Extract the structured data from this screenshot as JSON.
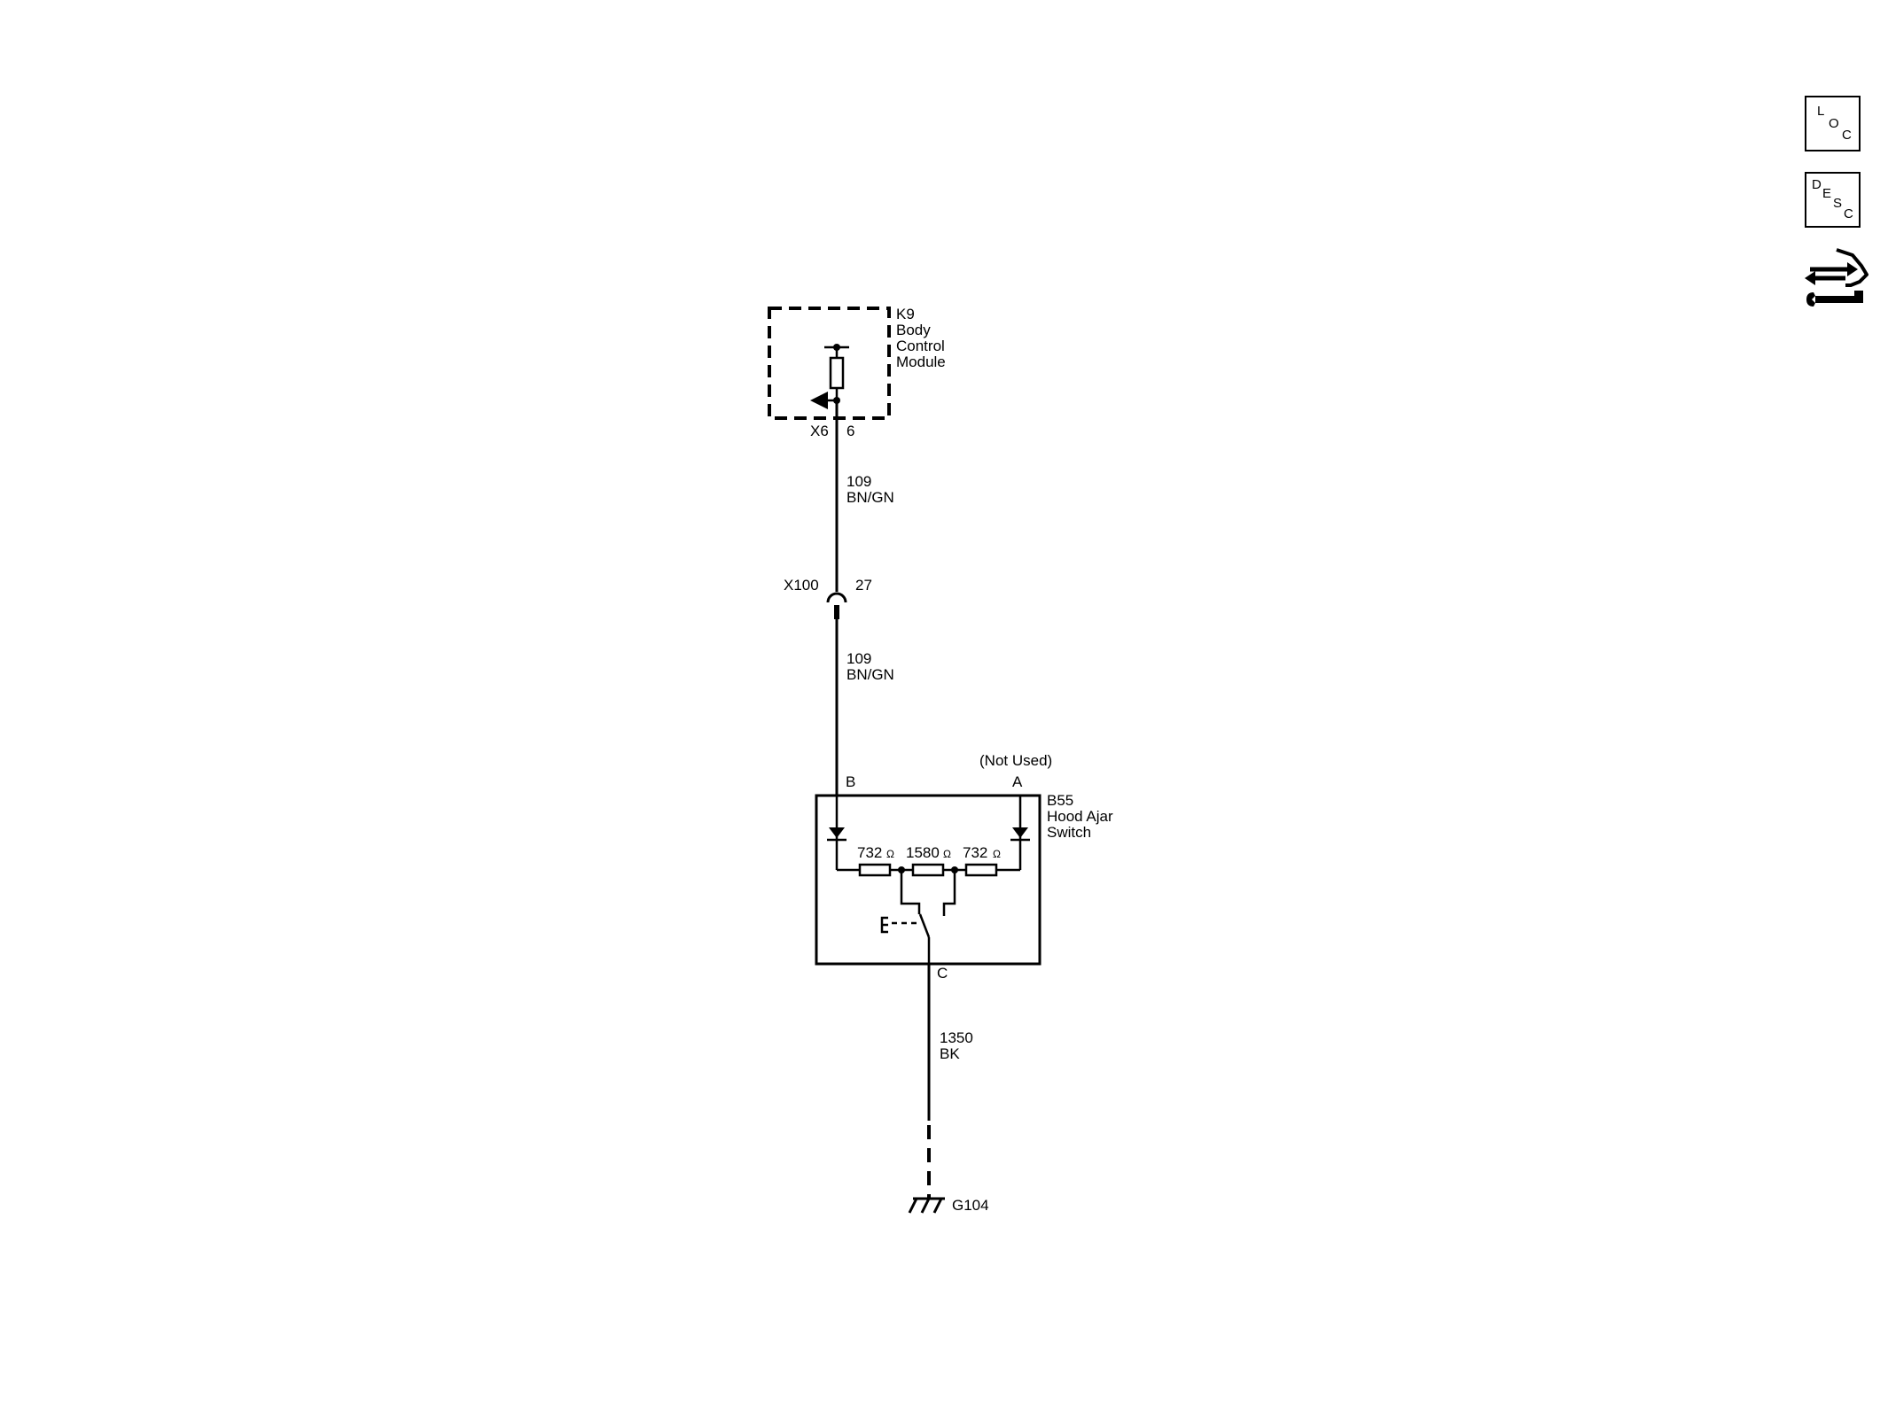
{
  "toolbar": {
    "loc": {
      "l1": "L",
      "l2": "O",
      "l3": "C"
    },
    "desc": {
      "l1": "D",
      "l2": "E",
      "l3": "S",
      "l4": "C"
    },
    "tool_icon": "connector-wrench-icon"
  },
  "bcm": {
    "id": "K9",
    "line1": "Body",
    "line2": "Control",
    "line3": "Module",
    "connector": "X6",
    "pin": "6"
  },
  "wire_upper": {
    "circuit": "109",
    "color": "BN/GN"
  },
  "inline_connector": {
    "id": "X100",
    "pin": "27"
  },
  "wire_middle": {
    "circuit": "109",
    "color": "BN/GN"
  },
  "switch": {
    "pin_b": "B",
    "pin_a": "A",
    "pin_a_note": "(Not Used)",
    "id": "B55",
    "line1": "Hood Ajar",
    "line2": "Switch",
    "pin_c": "C",
    "resistors": [
      {
        "value": "732",
        "unit": "Ω"
      },
      {
        "value": "1580",
        "unit": "Ω"
      },
      {
        "value": "732",
        "unit": "Ω"
      }
    ]
  },
  "wire_ground": {
    "circuit": "1350",
    "color": "BK"
  },
  "ground": {
    "id": "G104"
  }
}
